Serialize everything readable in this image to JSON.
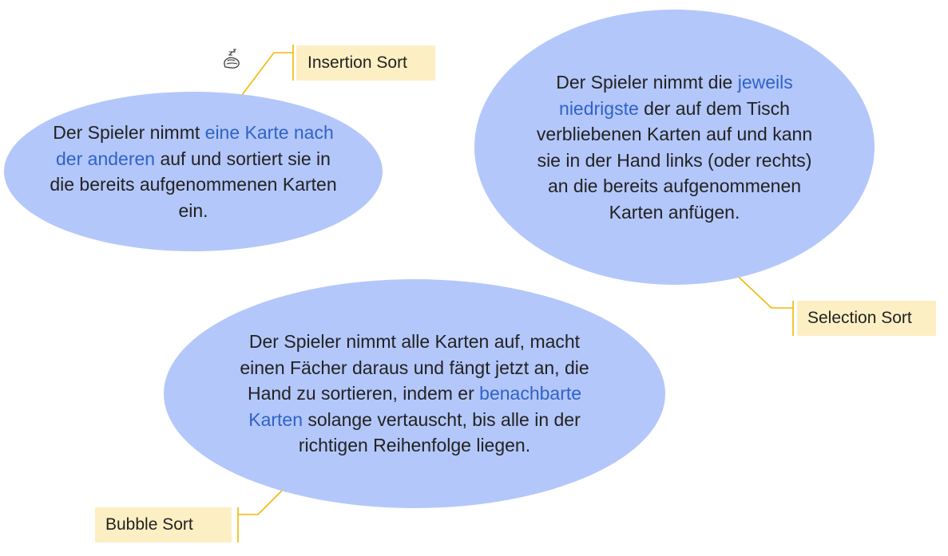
{
  "insertion": {
    "callout_label": "Insertion Sort",
    "text_before": "Der Spieler nimmt ",
    "text_highlight": "eine Karte nach der anderen",
    "text_after": " auf und sortiert sie in die bereits aufgenommenen Karten ein."
  },
  "selection": {
    "callout_label": "Selection Sort",
    "text_before": "Der Spieler nimmt die ",
    "text_highlight": "jeweils niedrigste",
    "text_after": " der auf dem Tisch verbliebenen Karten auf und kann sie in der Hand links (oder rechts) an die bereits aufgenommenen Karten anfügen."
  },
  "bubble": {
    "callout_label": "Bubble Sort",
    "text_before": "Der Spieler nimmt alle Karten auf, macht einen Fächer daraus und fängt jetzt an, die Hand zu sortieren, indem er ",
    "text_highlight": "benachbarte Karten",
    "text_after": " solange vertauscht, bis alle in der richtigen Reihenfolge liegen."
  },
  "colors": {
    "bubble_fill": "#b4c7fa",
    "highlight_text": "#2e63c8",
    "callout_fill": "#fdefc4",
    "leader_line": "#f2b705"
  },
  "icons": {
    "cursor": "busy-cursor-icon"
  }
}
